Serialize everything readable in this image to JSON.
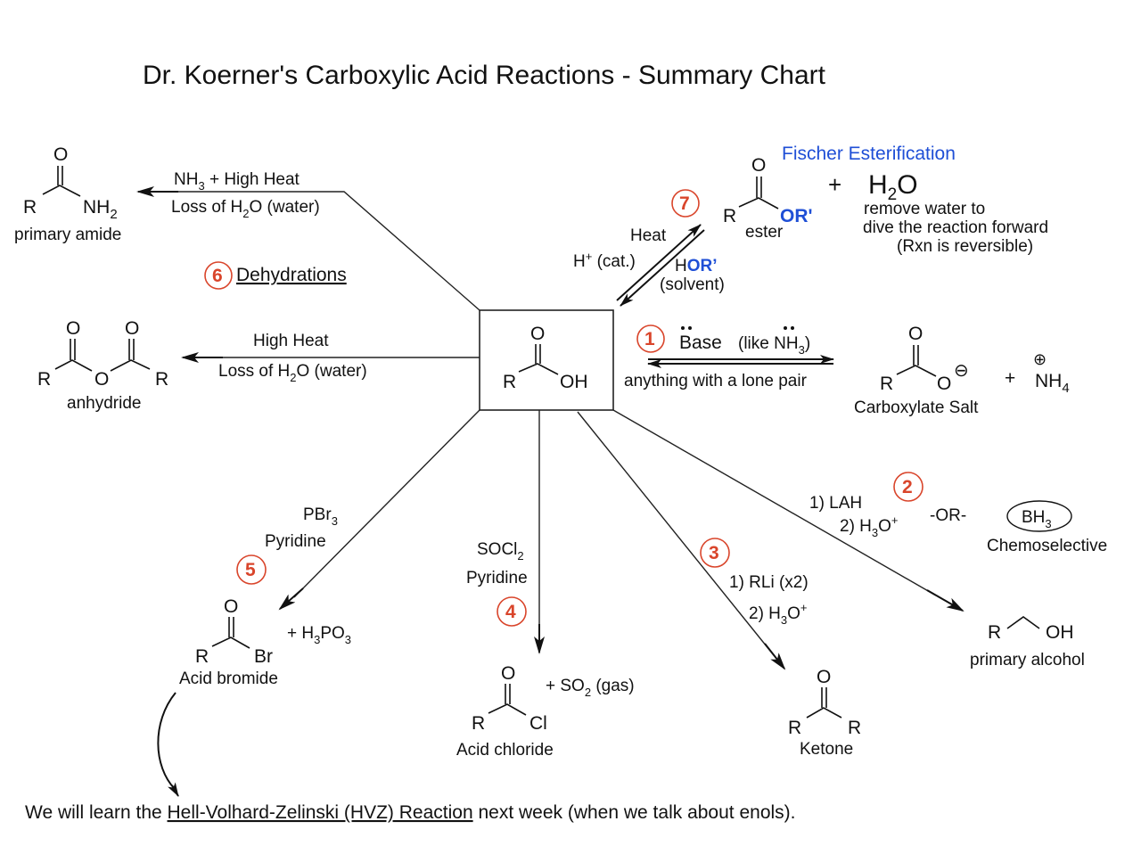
{
  "title": "Dr. Koerner's Carboxylic Acid Reactions - Summary Chart",
  "center": {
    "r": "R",
    "oh": "OH",
    "o": "O"
  },
  "amide": {
    "reagent1": "NH",
    "reagent1_sub": "3",
    "reagent1_rest": " + High Heat",
    "reagent2_a": "Loss of H",
    "reagent2_sub": "2",
    "reagent2_b": "O (water)",
    "r": "R",
    "o": "O",
    "nh": "NH",
    "nh_sub": "2",
    "label": "primary amide"
  },
  "dehydrations": {
    "number": "6",
    "label": "Dehydrations"
  },
  "anhydride": {
    "reagent1": "High Heat",
    "reagent2_a": "Loss of H",
    "reagent2_sub": "2",
    "reagent2_b": "O (water)",
    "r": "R",
    "o": "O",
    "label": "anhydride"
  },
  "ester": {
    "header": "Fischer Esterification",
    "number": "7",
    "cond1": "Heat",
    "cond2_a": "H",
    "cond2_sup": "+",
    "cond2_b": " (cat.)",
    "cond3_a": "H",
    "cond3_b": "OR’",
    "cond4": "(solvent)",
    "r": "R",
    "o": "O",
    "or": "OR'",
    "label": "ester",
    "plus": "+",
    "water_a": "H",
    "water_sub": "2",
    "water_b": "O",
    "note1": "remove water to",
    "note2": "dive the reaction forward",
    "note3": "(Rxn is reversible)"
  },
  "salt": {
    "number": "1",
    "base": "Base",
    "like_a": "(like ",
    "like_nh": "NH",
    "like_sub": "3",
    "like_b": ")",
    "lonepair": "anything with a lone pair",
    "r": "R",
    "o": "O",
    "minus": "⊖",
    "plus": "+",
    "nh4": "NH",
    "nh4_sub": "4",
    "nh4_charge": "⊕",
    "label": "Carboxylate Salt"
  },
  "alcohol": {
    "number": "2",
    "step1": "1) LAH",
    "step2_a": "2) H",
    "step2_sub": "3",
    "step2_b": "O",
    "step2_sup": "+",
    "or": "-OR-",
    "alt_a": "BH",
    "alt_sub": "3",
    "alt_note": "Chemoselective",
    "r": "R",
    "oh": "OH",
    "label": "primary alcohol"
  },
  "ketone": {
    "number": "3",
    "step1": "1) RLi (x2)",
    "step2_a": "2) H",
    "step2_sub": "3",
    "step2_b": "O",
    "step2_sup": "+",
    "r": "R",
    "o": "O",
    "label": "Ketone"
  },
  "chloride": {
    "number": "4",
    "reagent1_a": "SOCl",
    "reagent1_sub": "2",
    "reagent2": "Pyridine",
    "byproduct_a": "+  SO",
    "byproduct_sub": "2",
    "byproduct_b": " (gas)",
    "r": "R",
    "o": "O",
    "cl": "Cl",
    "label": "Acid chloride"
  },
  "bromide": {
    "number": "5",
    "reagent1_a": "PBr",
    "reagent1_sub": "3",
    "reagent2": "Pyridine",
    "byproduct_a": "+  H",
    "byproduct_sub1": "3",
    "byproduct_b": "PO",
    "byproduct_sub2": "3",
    "r": "R",
    "o": "O",
    "br": "Br",
    "label": "Acid bromide"
  },
  "footer": {
    "pre": "We will learn the ",
    "link": "Hell-Volhard-Zelinski (HVZ) Reaction",
    "post": " next week (when we talk about enols)."
  },
  "colors": {
    "accent_red": "#d9452b",
    "accent_blue": "#1f4fd6",
    "text": "#111111"
  }
}
